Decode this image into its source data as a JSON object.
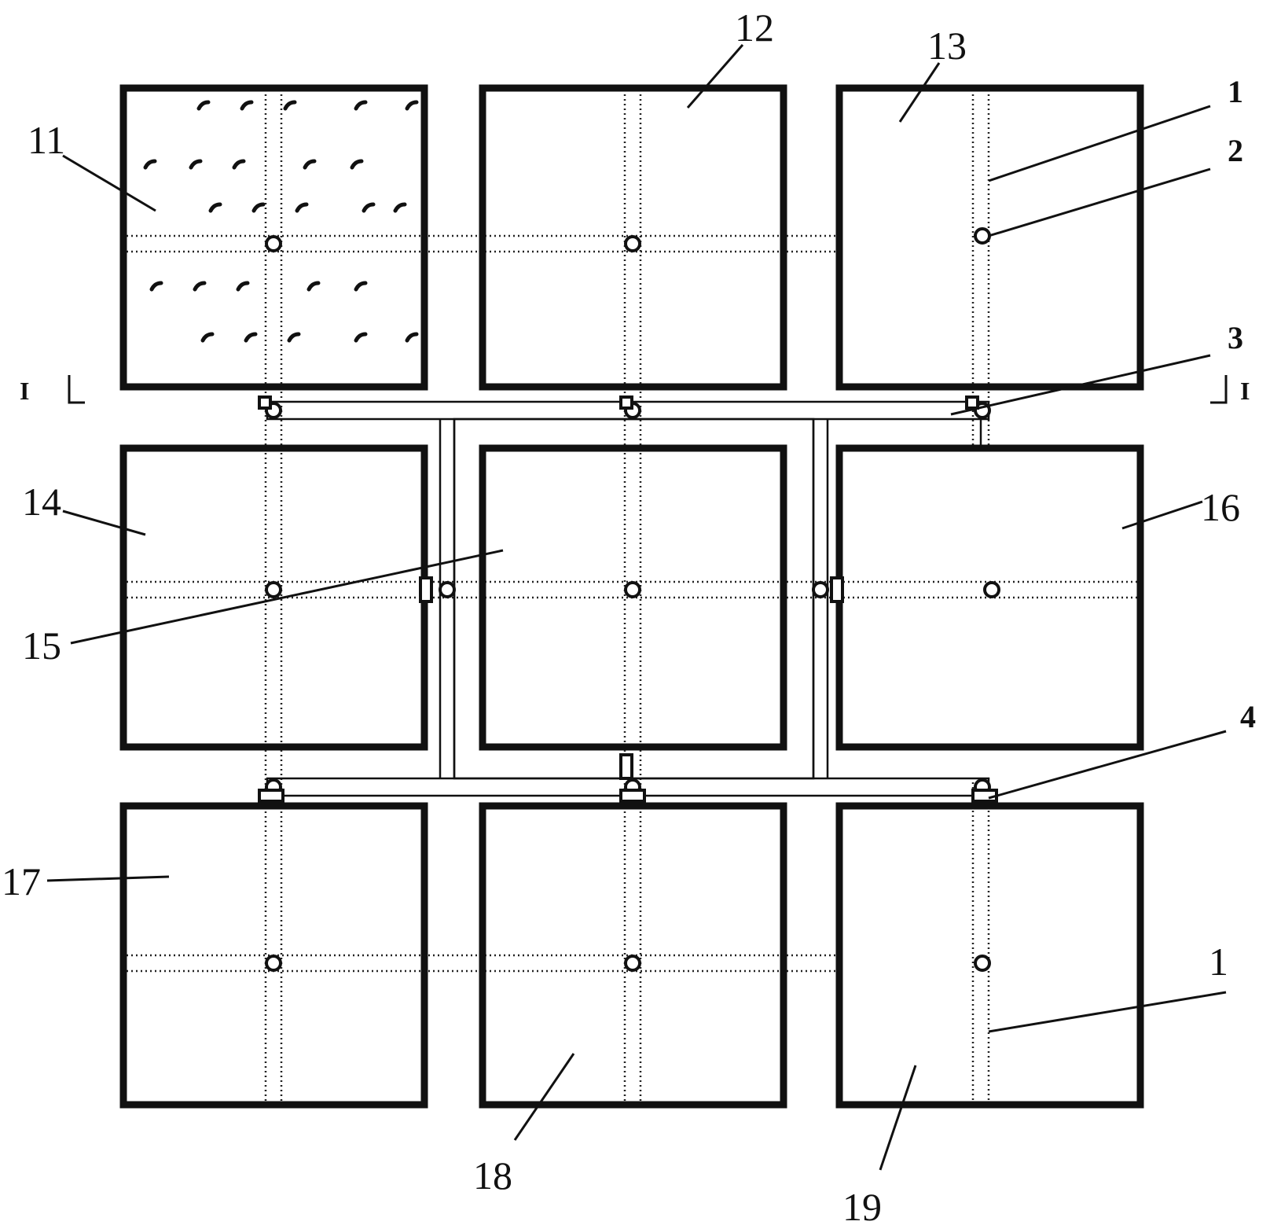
{
  "figure": {
    "panel_labels": {
      "p11": "11",
      "p12": "12",
      "p13": "13",
      "p14": "14",
      "p15": "15",
      "p16": "16",
      "p17": "17",
      "p18": "18",
      "p19": "19"
    },
    "part_labels": {
      "one_top": "1",
      "two": "2",
      "three": "3",
      "four": "4",
      "one_bottom": "1"
    },
    "section_marks": {
      "left": "I",
      "right": "I"
    }
  }
}
